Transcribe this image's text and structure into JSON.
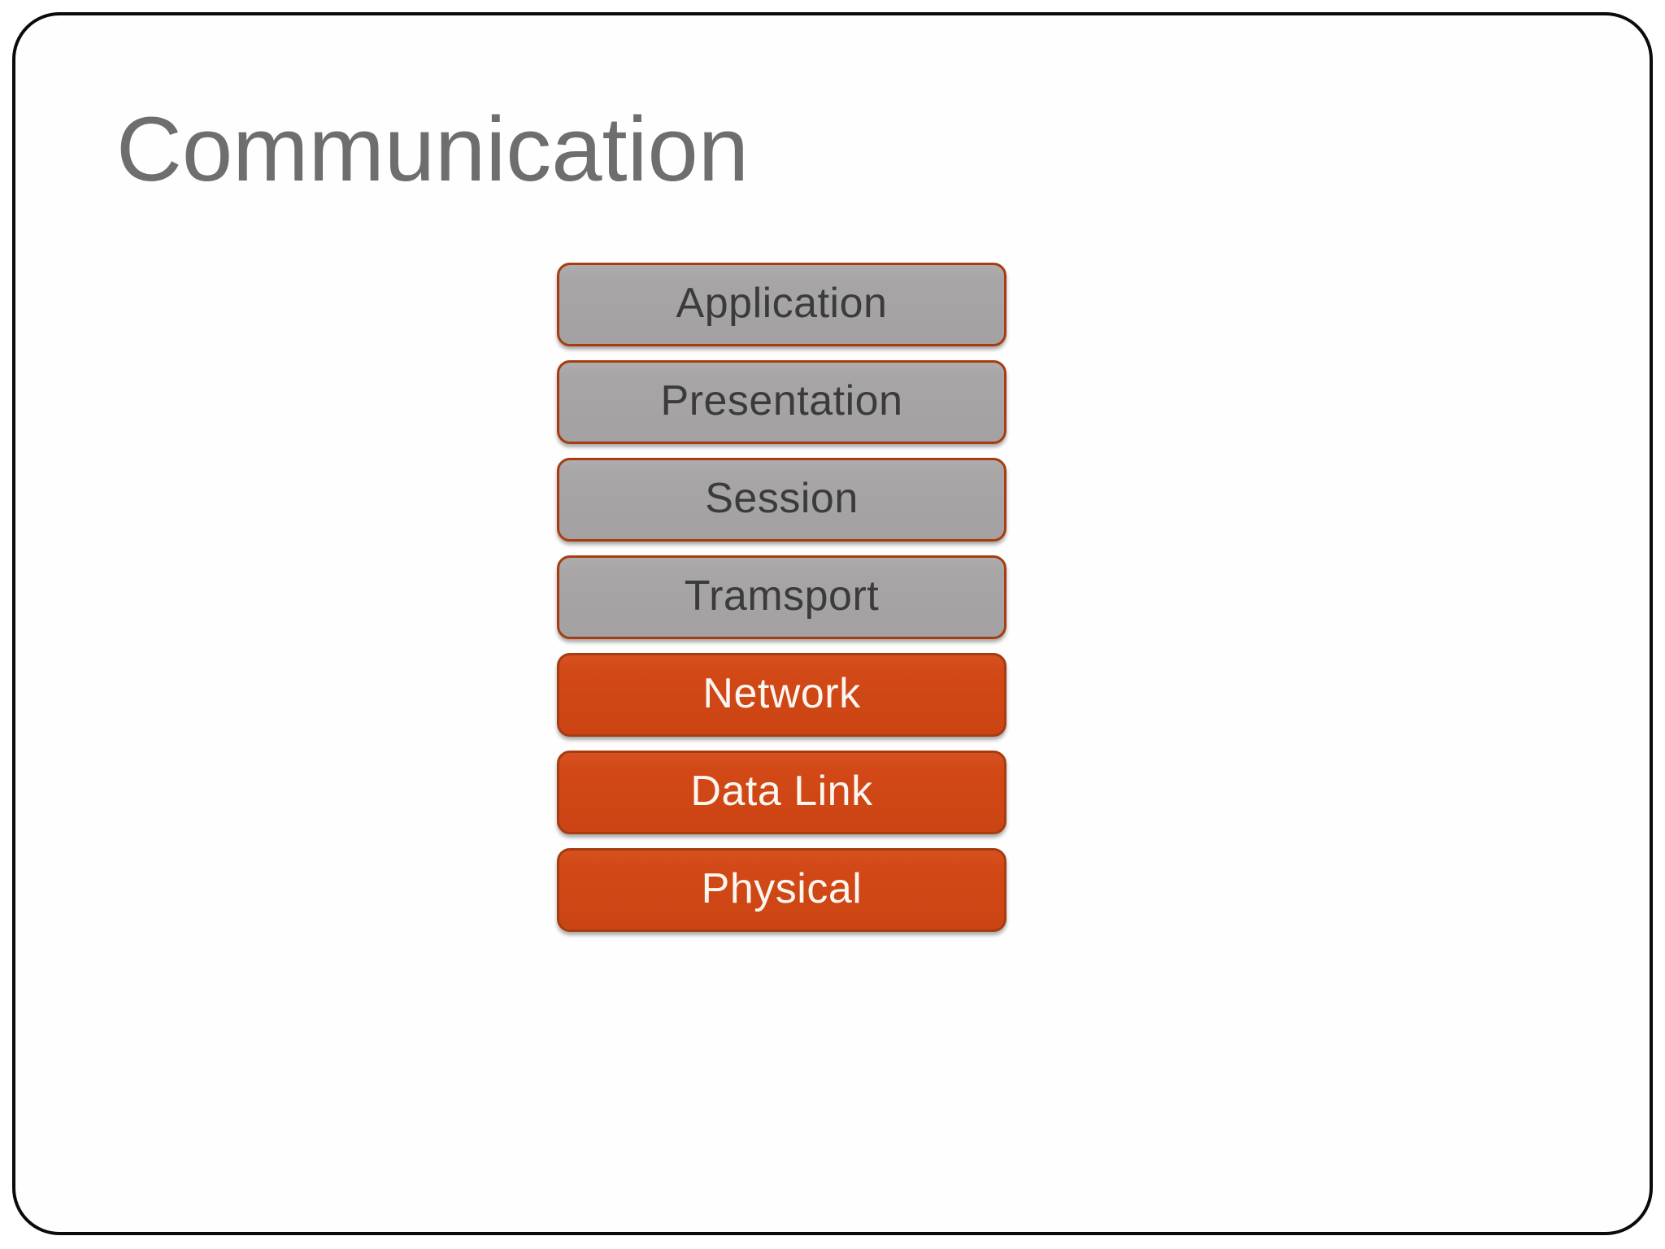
{
  "slide": {
    "title": "Communication",
    "layers": [
      {
        "label": "Application",
        "variant": "gray"
      },
      {
        "label": "Presentation",
        "variant": "gray"
      },
      {
        "label": "Session",
        "variant": "gray"
      },
      {
        "label": "Tramsport",
        "variant": "gray"
      },
      {
        "label": "Network",
        "variant": "orange"
      },
      {
        "label": "Data Link",
        "variant": "orange"
      },
      {
        "label": "Physical",
        "variant": "orange"
      }
    ],
    "colors": {
      "title": "#6f6e6f",
      "gray_fill": "#a7a5a6",
      "orange_fill": "#d24917",
      "box_border": "#a63c10",
      "gray_text": "#3b3b3d",
      "orange_text": "#fbf6f0",
      "frame_border": "#0b0b0b"
    }
  }
}
